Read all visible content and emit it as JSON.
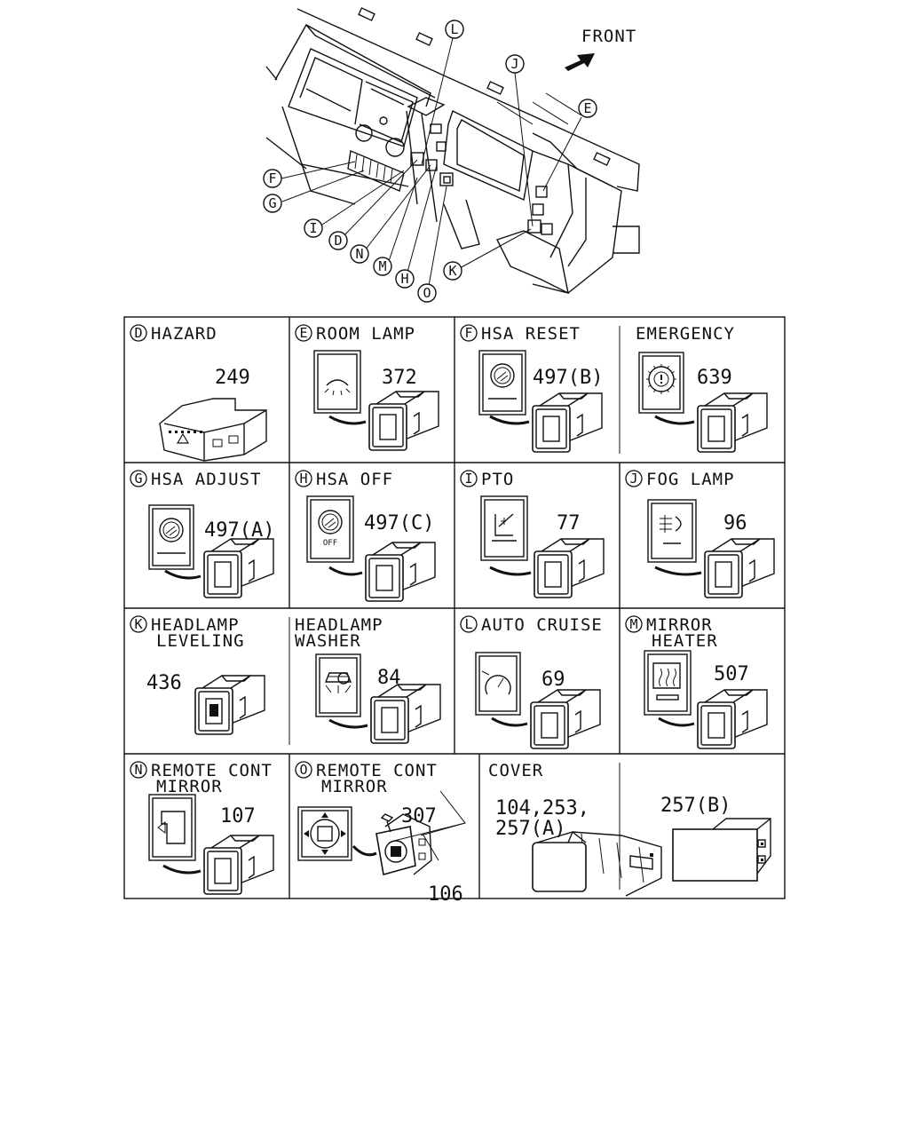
{
  "dashboard": {
    "front_label": "FRONT",
    "callouts": [
      {
        "letter": "L"
      },
      {
        "letter": "J"
      },
      {
        "letter": "E"
      },
      {
        "letter": "F"
      },
      {
        "letter": "G"
      },
      {
        "letter": "I"
      },
      {
        "letter": "D"
      },
      {
        "letter": "N"
      },
      {
        "letter": "M"
      },
      {
        "letter": "H"
      },
      {
        "letter": "O"
      },
      {
        "letter": "K"
      }
    ]
  },
  "cells": [
    {
      "letter": "D",
      "title": [
        "HAZARD"
      ],
      "parts": [
        "249"
      ],
      "icon": "hazard-switch"
    },
    {
      "letter": "E",
      "title": [
        "ROOM LAMP"
      ],
      "parts": [
        "372"
      ],
      "icon": "room-lamp-icon"
    },
    {
      "letter": "F",
      "title": [
        "HSA RESET"
      ],
      "parts": [
        "497(B)"
      ],
      "icon": "hsa-reset-icon"
    },
    {
      "letter": "",
      "title": [
        "EMERGENCY"
      ],
      "parts": [
        "639"
      ],
      "icon": "emergency-brake-icon"
    },
    {
      "letter": "G",
      "title": [
        "HSA ADJUST"
      ],
      "parts": [
        "497(A)"
      ],
      "icon": "hsa-adjust-icon"
    },
    {
      "letter": "H",
      "title": [
        "HSA OFF"
      ],
      "parts": [
        "497(C)"
      ],
      "icon": "hsa-off-icon",
      "icon_text": "OFF"
    },
    {
      "letter": "I",
      "title": [
        "PTO"
      ],
      "parts": [
        "77"
      ],
      "icon": "pto-icon"
    },
    {
      "letter": "J",
      "title": [
        "FOG LAMP"
      ],
      "parts": [
        "96"
      ],
      "icon": "fog-lamp-icon"
    },
    {
      "letter": "K",
      "title": [
        "HEADLAMP",
        "LEVELING"
      ],
      "parts": [
        "436"
      ],
      "icon": "headlamp-leveling-switch"
    },
    {
      "letter": "",
      "title": [
        "HEADLAMP",
        "WASHER"
      ],
      "parts": [
        "84"
      ],
      "icon": "headlamp-washer-icon"
    },
    {
      "letter": "L",
      "title": [
        "AUTO CRUISE"
      ],
      "parts": [
        "69"
      ],
      "icon": "auto-cruise-icon"
    },
    {
      "letter": "M",
      "title": [
        "MIRROR",
        "HEATER"
      ],
      "parts": [
        "507"
      ],
      "icon": "mirror-heater-icon"
    },
    {
      "letter": "N",
      "title": [
        "REMOTE CONT",
        "MIRROR"
      ],
      "parts": [
        "107"
      ],
      "icon": "remote-mirror-icon"
    },
    {
      "letter": "O",
      "title": [
        "REMOTE CONT",
        "MIRROR"
      ],
      "parts": [
        "307",
        "106"
      ],
      "icon": "mirror-joystick-icon"
    },
    {
      "letter": "",
      "title": [
        "COVER"
      ],
      "parts": [
        "104,253,",
        "257(A)"
      ],
      "icon": "cover-with-clips"
    },
    {
      "letter": "",
      "title": [
        ""
      ],
      "parts": [
        "257(B)"
      ],
      "icon": "cover-plain"
    }
  ]
}
